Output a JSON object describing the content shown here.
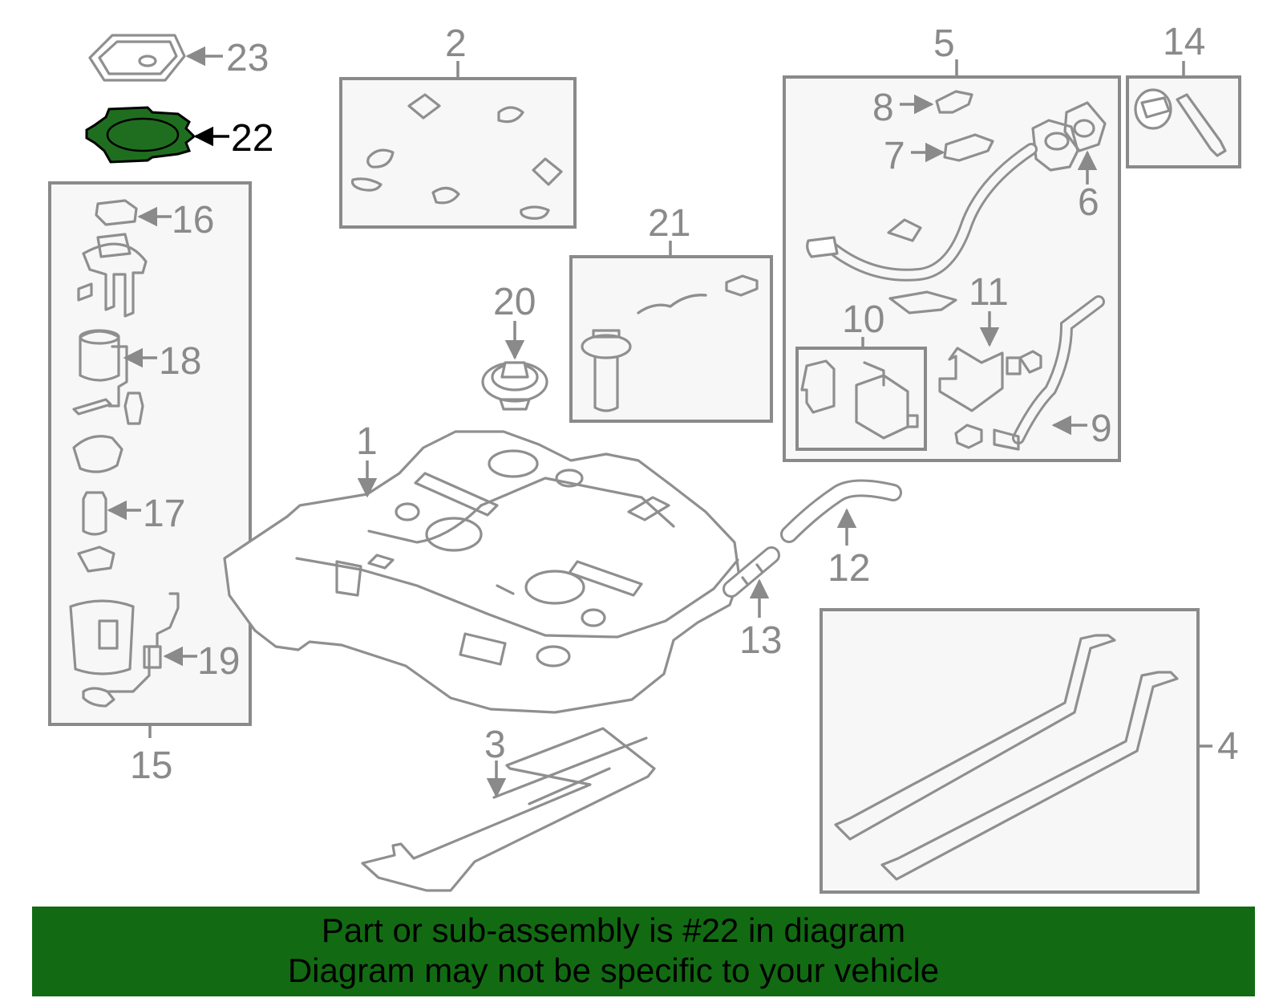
{
  "highlight_color": "#1f6e1f",
  "banner": {
    "color": "#126b12",
    "line1": "Part or sub-assembly is #22 in diagram",
    "line2": "Diagram may not be specific to your vehicle"
  },
  "callouts": {
    "n1": "1",
    "n2": "2",
    "n3": "3",
    "n4": "4",
    "n5": "5",
    "n6": "6",
    "n7": "7",
    "n8": "8",
    "n9": "9",
    "n10": "10",
    "n11": "11",
    "n12": "12",
    "n13": "13",
    "n14": "14",
    "n15": "15",
    "n16": "16",
    "n17": "17",
    "n18": "18",
    "n19": "19",
    "n20": "20",
    "n21": "21",
    "n22": "22",
    "n23": "23"
  }
}
